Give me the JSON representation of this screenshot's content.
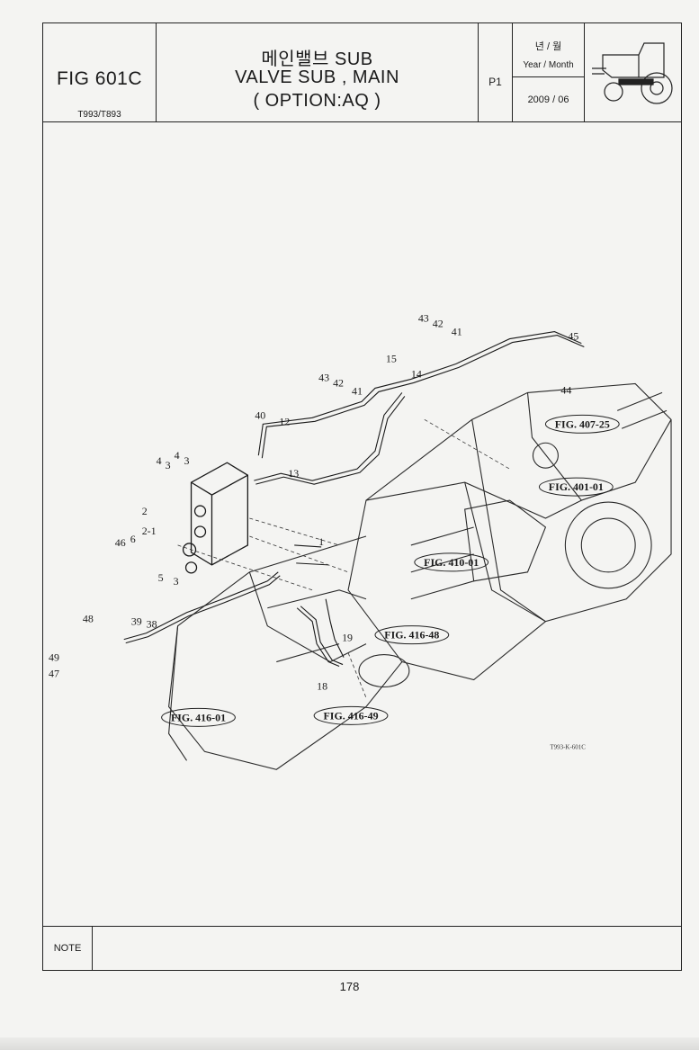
{
  "header": {
    "fig_no": "FIG 601C",
    "model": "T993/T893",
    "title_kr": "메인밸브 SUB",
    "title_en": "VALVE SUB , MAIN",
    "option": "( OPTION:AQ )",
    "page_label": "P1",
    "year_month_kr": "년 / 월",
    "year_month_en": "Year / Month",
    "date": "2009 / 06"
  },
  "callouts": [
    "1",
    "2",
    "2-1",
    "3",
    "3",
    "3",
    "4",
    "4",
    "5",
    "6",
    "12",
    "13",
    "14",
    "15",
    "18",
    "19",
    "38",
    "39",
    "40",
    "41",
    "41",
    "42",
    "42",
    "43",
    "43",
    "44",
    "45",
    "46",
    "47",
    "48",
    "49"
  ],
  "fig_refs": [
    "FIG. 407-25",
    "FIG. 401-01",
    "FIG. 410-01",
    "FIG. 416-48",
    "FIG. 416-01",
    "FIG. 416-49"
  ],
  "drawing_code": "T993-K-601C",
  "note": {
    "label": "NOTE",
    "text": ""
  },
  "page_number": "178"
}
